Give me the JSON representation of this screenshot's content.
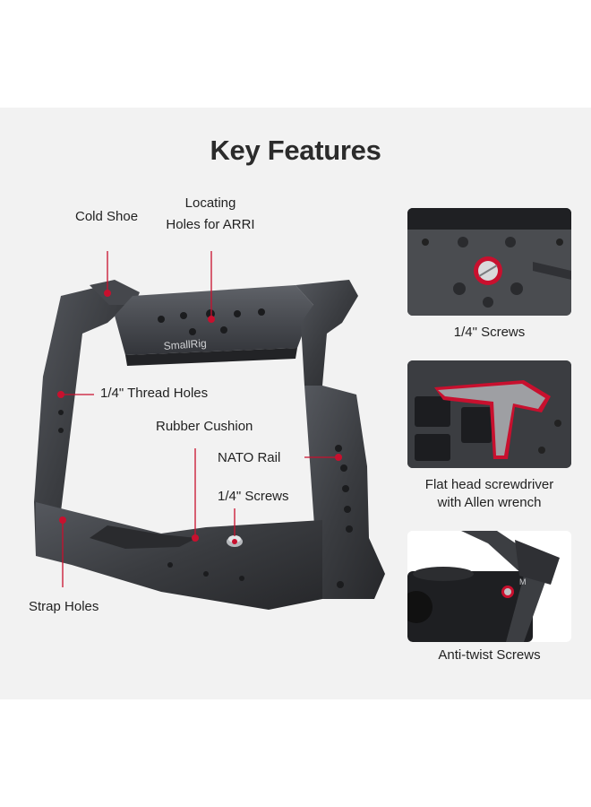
{
  "header": {
    "title": "Key Features"
  },
  "callouts": {
    "cold_shoe": "Cold Shoe",
    "locating_holes_line1": "Locating",
    "locating_holes_line2": "Holes for ARRI",
    "thread_holes": "1/4\" Thread Holes",
    "rubber_cushion": "Rubber Cushion",
    "nato_rail": "NATO Rail",
    "screws": "1/4\" Screws",
    "strap_holes": "Strap Holes"
  },
  "product": {
    "brand": "SmallRig"
  },
  "details": [
    {
      "caption": "1/4\" Screws"
    },
    {
      "caption_line1": "Flat head screwdriver",
      "caption_line2": "with Allen wrench"
    },
    {
      "caption": "Anti-twist Screws"
    }
  ],
  "colors": {
    "accent": "#c8102e",
    "background": "#f2f2f2",
    "metal": "#3a3c40"
  }
}
